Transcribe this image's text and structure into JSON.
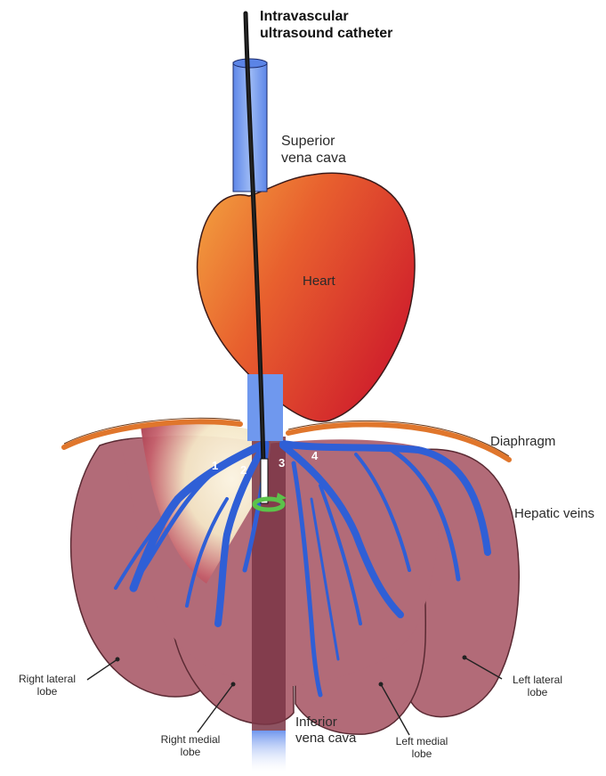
{
  "labels": {
    "catheter": [
      "Intravascular",
      "ultrasound catheter"
    ],
    "svc": [
      "Superior",
      "vena cava"
    ],
    "heart": "Heart",
    "diaphragm": "Diaphragm",
    "hepatic_veins": "Hepatic veins",
    "right_lateral_lobe": [
      "Right lateral",
      "lobe"
    ],
    "right_medial_lobe": [
      "Right medial",
      "lobe"
    ],
    "ivc": [
      "Inferior",
      "vena cava"
    ],
    "left_medial_lobe": [
      "Left medial",
      "lobe"
    ],
    "left_lateral_lobe": [
      "Left lateral",
      "lobe"
    ]
  },
  "vein_numbers": [
    "1",
    "2",
    "3",
    "4"
  ],
  "colors": {
    "liver": "#b26b78",
    "liver_outline": "#5a2a33",
    "hepatic_vein": "#3a6fe0",
    "vena_cava": "#7da2f0",
    "heart_light": "#f29a3a",
    "heart_dark": "#d42a30",
    "diaphragm": "#e0762c",
    "catheter": "#111111",
    "rotation_arrow": "#5cc24a"
  }
}
